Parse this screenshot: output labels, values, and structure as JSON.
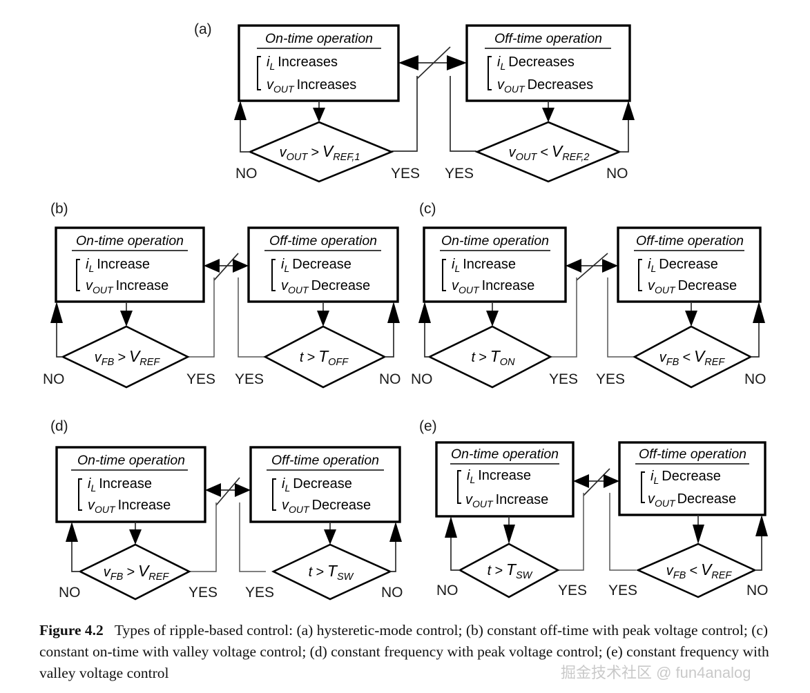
{
  "figure": {
    "caption_label": "Figure 4.2",
    "caption_text": "Types of ripple-based control: (a) hysteretic-mode control; (b) constant off-time with peak voltage control; (c) constant on-time with valley voltage control; (d) constant frequency with peak voltage control; (e) constant frequency with valley voltage control",
    "watermark": "掘金技术社区 @ fun4analog"
  },
  "labels": {
    "on_title": "On-time operation",
    "off_title": "Off-time operation",
    "yes": "YES",
    "no": "NO",
    "gt": ">",
    "lt": "<",
    "i": "i",
    "v": "v",
    "t": "t",
    "sub_L": "L",
    "sub_OUT": "OUT",
    "sub_FB": "FB",
    "sub_REF": "REF",
    "sub_REF1": "REF,1",
    "sub_REF2": "REF,2",
    "sub_OFF": "OFF",
    "sub_ON": "ON",
    "sub_SW": "SW",
    "V": "V",
    "T": "T",
    "increases": "Increases",
    "decreases": "Decreases",
    "increase": "Increase",
    "decrease": "Decrease"
  },
  "panels": [
    {
      "id": "a",
      "tag": "(a)",
      "left_box": {
        "title": "On-time operation",
        "lines": [
          "i_L Increases",
          "v_OUT Increases"
        ]
      },
      "right_box": {
        "title": "Off-time operation",
        "lines": [
          "i_L Decreases",
          "v_OUT Decreases"
        ]
      },
      "left_diamond": {
        "text": "v_OUT > V_REF,1",
        "no": "NO",
        "yes": "YES"
      },
      "right_diamond": {
        "text": "v_OUT < V_REF,2",
        "yes": "YES",
        "no": "NO"
      }
    },
    {
      "id": "b",
      "tag": "(b)",
      "left_box": {
        "title": "On-time operation",
        "lines": [
          "i_L Increase",
          "v_OUT Increase"
        ]
      },
      "right_box": {
        "title": "Off-time operation",
        "lines": [
          "i_L Decrease",
          "v_OUT Decrease"
        ]
      },
      "left_diamond": {
        "text": "v_FB > V_REF",
        "no": "NO",
        "yes": "YES"
      },
      "right_diamond": {
        "text": "t > T_OFF",
        "yes": "YES",
        "no": "NO"
      }
    },
    {
      "id": "c",
      "tag": "(c)",
      "left_box": {
        "title": "On-time operation",
        "lines": [
          "i_L Increase",
          "v_OUT Increase"
        ]
      },
      "right_box": {
        "title": "Off-time operation",
        "lines": [
          "i_L Decrease",
          "v_OUT Decrease"
        ]
      },
      "left_diamond": {
        "text": "t > T_ON",
        "no": "NO",
        "yes": "YES"
      },
      "right_diamond": {
        "text": "v_FB < V_REF",
        "yes": "YES",
        "no": "NO"
      }
    },
    {
      "id": "d",
      "tag": "(d)",
      "left_box": {
        "title": "On-time operation",
        "lines": [
          "i_L Increase",
          "v_OUT Increase"
        ]
      },
      "right_box": {
        "title": "Off-time operation",
        "lines": [
          "i_L Decrease",
          "v_OUT Decrease"
        ]
      },
      "left_diamond": {
        "text": "v_FB > V_REF",
        "no": "NO",
        "yes": "YES"
      },
      "right_diamond": {
        "text": "t > T_SW",
        "yes": "YES",
        "no": "NO"
      }
    },
    {
      "id": "e",
      "tag": "(e)",
      "left_box": {
        "title": "On-time operation",
        "lines": [
          "i_L Increase",
          "v_OUT Increase"
        ]
      },
      "right_box": {
        "title": "Off-time operation",
        "lines": [
          "i_L Decrease",
          "v_OUT Decrease"
        ]
      },
      "left_diamond": {
        "text": "t > T_SW",
        "no": "NO",
        "yes": "YES"
      },
      "right_diamond": {
        "text": "v_FB < V_REF",
        "yes": "YES",
        "no": "NO"
      }
    }
  ]
}
